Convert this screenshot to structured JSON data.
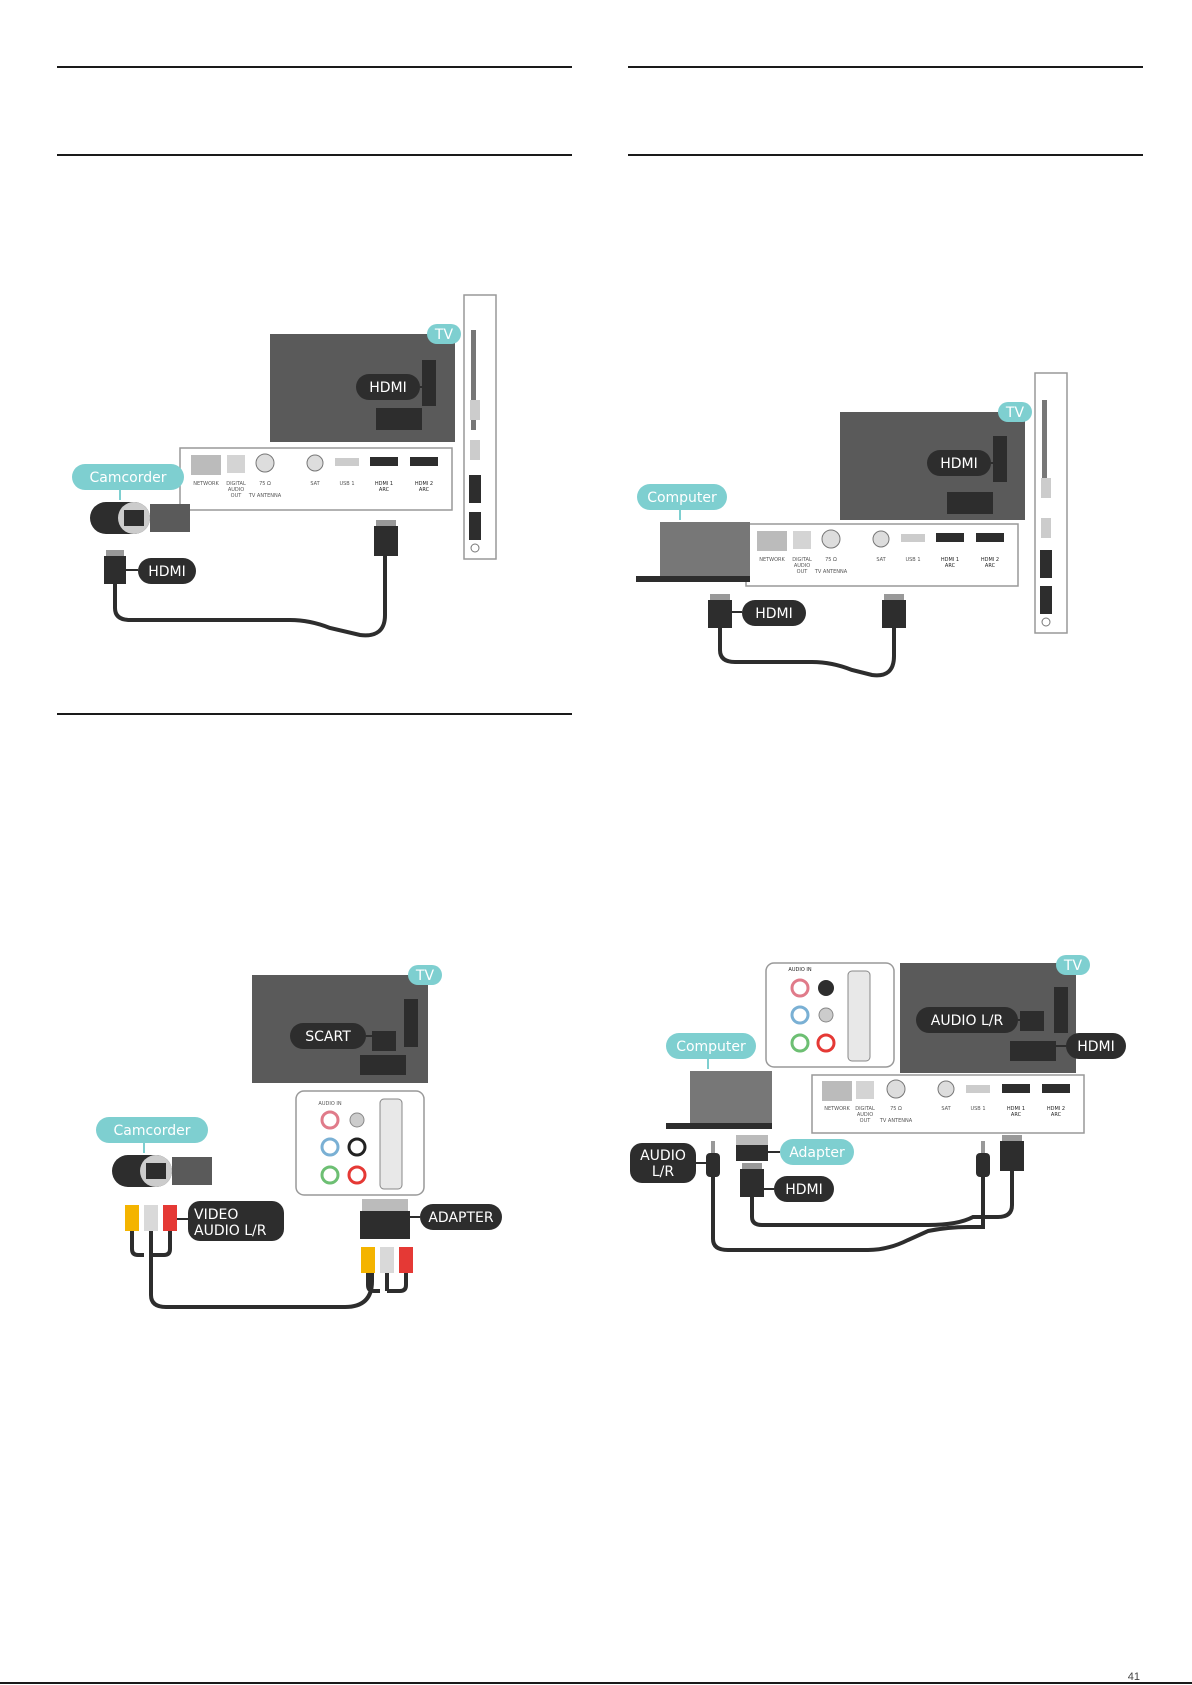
{
  "colors": {
    "teal": "#7ecfd0",
    "dark": "#2d2d2d",
    "tv_gray": "#5a5a5a",
    "panel_gray": "#f3f3f3",
    "yellow": "#f4b400",
    "white_plug": "#d9d9d9",
    "red": "#e53935"
  },
  "icons": [
    "hdmi-connector-icon",
    "rca-plug-icon",
    "audio-jack-icon",
    "scart-adapter-icon",
    "camcorder-icon",
    "laptop-icon"
  ],
  "diagrams": {
    "camcorder_hdmi": {
      "tv_label": "TV",
      "device_label": "Camcorder",
      "port_label": "HDMI",
      "cable_label": "HDMI"
    },
    "computer_hdmi": {
      "tv_label": "TV",
      "device_label": "Computer",
      "port_label": "HDMI",
      "cable_label": "HDMI"
    },
    "camcorder_scart": {
      "tv_label": "TV",
      "device_label": "Camcorder",
      "port_label": "SCART",
      "cable_label_1": "VIDEO",
      "cable_label_2": "AUDIO L/R",
      "adapter_label": "ADAPTER"
    },
    "computer_adapter": {
      "tv_label": "TV",
      "device_label": "Computer",
      "port_label_audio": "AUDIO L/R",
      "port_label_hdmi": "HDMI",
      "adapter_label": "Adapter",
      "cable_label_audio_1": "AUDIO",
      "cable_label_audio_2": "L/R",
      "cable_label_hdmi": "HDMI"
    }
  },
  "panel_labels": {
    "network": "NETWORK",
    "digital": "DIGITAL",
    "audio": "AUDIO",
    "out": "OUT",
    "ohm": "75 Ω",
    "antenna": "TV ANTENNA",
    "sat": "SAT",
    "usb1": "USB 1",
    "hdmi1": "HDMI 1",
    "hdmi2": "HDMI 2",
    "arc": "ARC",
    "audio_in": "AUDIO IN"
  },
  "page_number": "41"
}
